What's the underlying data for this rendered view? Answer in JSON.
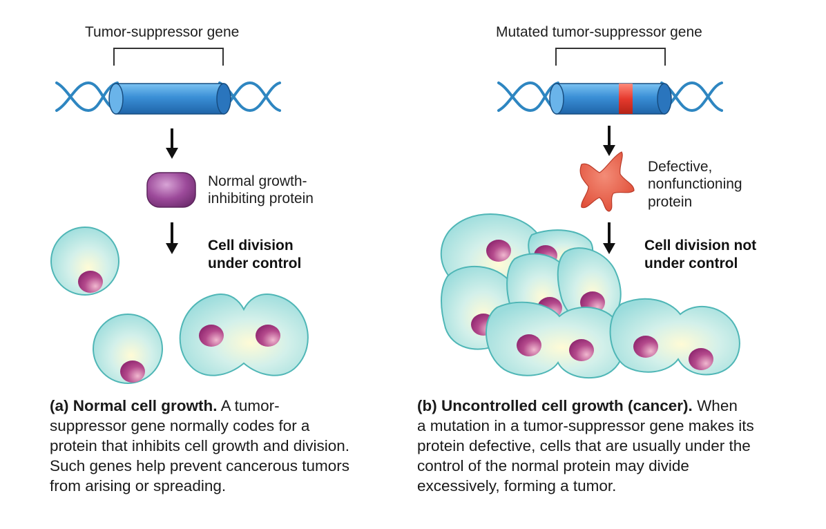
{
  "panel_a": {
    "gene_label": "Tumor-suppressor gene",
    "protein_label": [
      "Normal growth-",
      "inhibiting protein"
    ],
    "division_label": [
      "Cell division",
      "under control"
    ],
    "caption_title": "(a) Normal cell growth.",
    "caption_body": [
      "A tumor-",
      "suppressor gene normally codes for a",
      "protein that inhibits cell growth and division.",
      "Such genes help prevent cancerous tumors",
      "from arising or spreading."
    ]
  },
  "panel_b": {
    "gene_label": "Mutated tumor-suppressor gene",
    "protein_label": [
      "Defective,",
      "nonfunctioning",
      "protein"
    ],
    "division_label": [
      "Cell division not",
      "under control"
    ],
    "caption_title": "(b) Uncontrolled cell growth (cancer).",
    "caption_body": [
      "When",
      "a mutation in a tumor-suppressor gene makes its",
      "protein defective, cells that are usually under the",
      "control of the normal protein may divide",
      "excessively, forming a tumor."
    ]
  },
  "colors": {
    "dna": "#2e86c1",
    "gene": "#3a8fd6",
    "mutation": "#e53a2e",
    "normal_protein": "#8e3a8e",
    "defective_protein": "#e8553f",
    "cell_fill": "#a9e3e3",
    "cell_center": "#fffbd8",
    "cell_outline": "#4fb6b6",
    "nucleus": "#a0307a"
  }
}
